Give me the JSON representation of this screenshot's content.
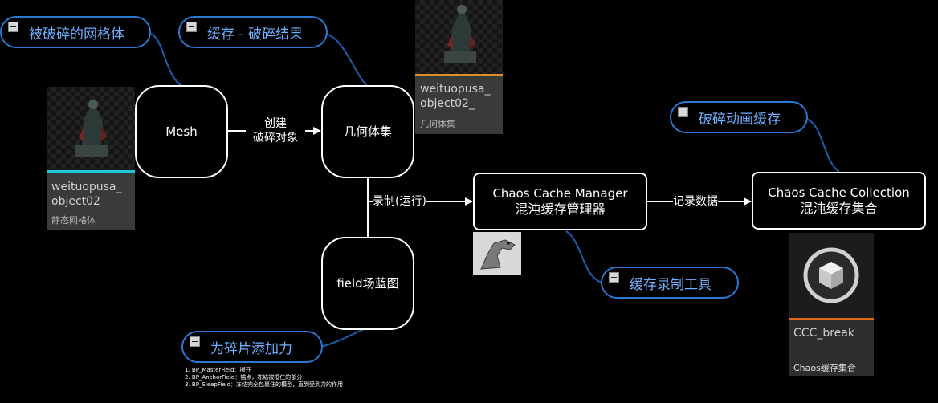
{
  "nodes": {
    "mesh": "Mesh",
    "geometry_collection": "几何体集",
    "field_blueprint": "field场蓝图",
    "cache_manager": {
      "line1": "Chaos Cache Manager",
      "line2": "混沌缓存管理器"
    },
    "cache_collection": {
      "line1": "Chaos Cache Collection",
      "line2": "混沌缓存集合"
    }
  },
  "edges": {
    "create_fracture": {
      "line1": "创建",
      "line2": "破碎对象"
    },
    "record_runtime": "录制(运行)",
    "record_data": "记录数据"
  },
  "callouts": {
    "fractured_mesh": "被破碎的网格体",
    "cache_fracture_result": "缓存 - 破碎结果",
    "fracture_anim_cache": "破碎动画缓存",
    "cache_record_tool": "缓存录制工具",
    "add_force_to_fragments": "为碎片添加力"
  },
  "assets": {
    "static_mesh": {
      "name": "weituopusa_\nobject02",
      "type": "静态网格体",
      "accent": "#1ec8d8"
    },
    "geometry_collection": {
      "name": "weituopusa_\nobject02_",
      "type": "几何体集",
      "accent": "#e08a2a"
    },
    "cache_collection": {
      "name": "CCC_break",
      "type": "Chaos缓存集合",
      "accent": "#e06a1a"
    }
  },
  "notes": [
    "1. BP_MasterField：撕开",
    "2. BP_AnchorField：锚点，冻结被框住的部分",
    "3. BP_SleepField：冻结完全包裹住的模型，直到受到力的作用"
  ],
  "colors": {
    "callout_border": "#2a78d2",
    "callout_text": "#6fb0ff",
    "wire": "#1e5fae"
  }
}
